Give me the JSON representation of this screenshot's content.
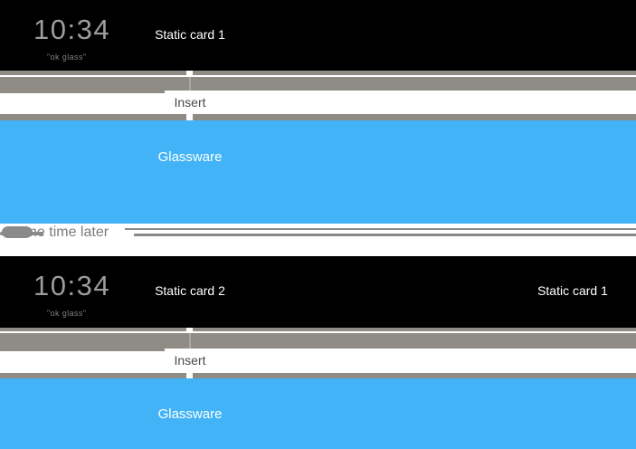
{
  "colors": {
    "card_black": "#000000",
    "strip_gray": "#8e8c84",
    "glassware_blue": "#42b3f6",
    "clock_text": "#9c9c9c",
    "ok_glass_text": "#808080",
    "card_title_text": "#ffffff",
    "insert_text": "#4a4a4a",
    "separator_text": "#7b7b7b",
    "separator_line": "#8a8a8a"
  },
  "scenes": [
    {
      "timeline": {
        "clock_time": "10:34",
        "clock_hint": "\"ok glass\"",
        "cards": [
          {
            "label": "Static card 1"
          }
        ]
      },
      "insert_label": "Insert",
      "glassware": {
        "label": "Glassware"
      }
    },
    {
      "timeline": {
        "clock_time": "10:34",
        "clock_hint": "\"ok glass\"",
        "cards": [
          {
            "label": "Static card 2"
          },
          {
            "label": "Static card 1"
          }
        ]
      },
      "insert_label": "Insert",
      "glassware": {
        "label": "Glassware"
      }
    }
  ],
  "separator": {
    "text": "Some time later"
  }
}
